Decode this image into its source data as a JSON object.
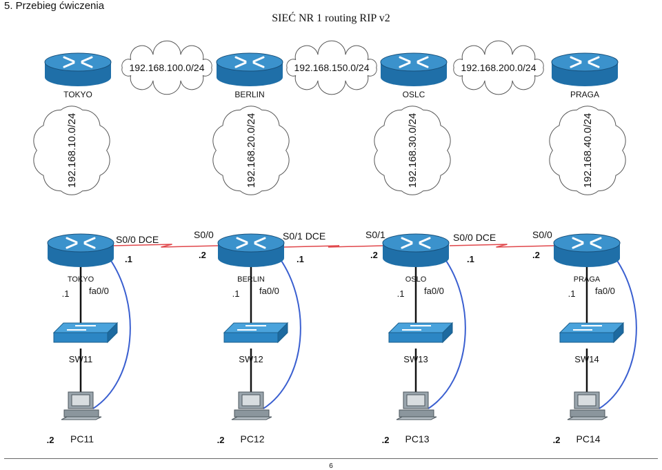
{
  "header": {
    "section": "5.  Przebieg ćwiczenia",
    "title": "SIEĆ NR 1 routing RIP v2"
  },
  "routers": [
    {
      "name": "TOKYO",
      "lan": "192.168.10.0/24"
    },
    {
      "name": "BERLIN",
      "lan": "192.168.20.0/24"
    },
    {
      "name": "OSLC",
      "lan": "192.168.30.0/24"
    },
    {
      "name": "PRAGA",
      "lan": "192.168.40.0/24"
    }
  ],
  "wan_clouds": [
    "192.168.100.0/24",
    "192.168.150.0/24",
    "192.168.200.0/24"
  ],
  "bottom_routers": [
    "TOKYO",
    "BERLIN",
    "OSLO",
    "PRAGA"
  ],
  "links": [
    {
      "left_if": "S0/0 DCE",
      "left_ip": ".1",
      "right_if": "S0/0",
      "right_ip": ".2"
    },
    {
      "left_if": "S0/1 DCE",
      "left_ip": ".1",
      "right_if": "S0/1",
      "right_ip": ".2"
    },
    {
      "left_if": "S0/0 DCE",
      "left_ip": ".1",
      "right_if": "S0/0",
      "right_ip": ".2"
    }
  ],
  "lan_ports": [
    {
      "ip": ".1",
      "if": "fa0/0"
    },
    {
      "ip": ".1",
      "if": "fa0/0"
    },
    {
      "ip": ".1",
      "if": "fa0/0"
    },
    {
      "ip": ".1",
      "if": "fa0/0"
    }
  ],
  "switches": [
    "SW11",
    "SW12",
    "SW13",
    "SW14"
  ],
  "pcs": [
    {
      "name": "PC11",
      "ip": ".2"
    },
    {
      "name": "PC12",
      "ip": ".2"
    },
    {
      "name": "PC13",
      "ip": ".2"
    },
    {
      "name": "PC14",
      "ip": ".2"
    }
  ],
  "footer": {
    "page_number": "6"
  },
  "colors": {
    "router": "#1f6fa8",
    "router_top": "#3b92cc",
    "serial_link": "#e0464a",
    "console_cable": "#3a5fd0",
    "switch": "#2c86c4",
    "cloud_stroke": "#555555"
  }
}
